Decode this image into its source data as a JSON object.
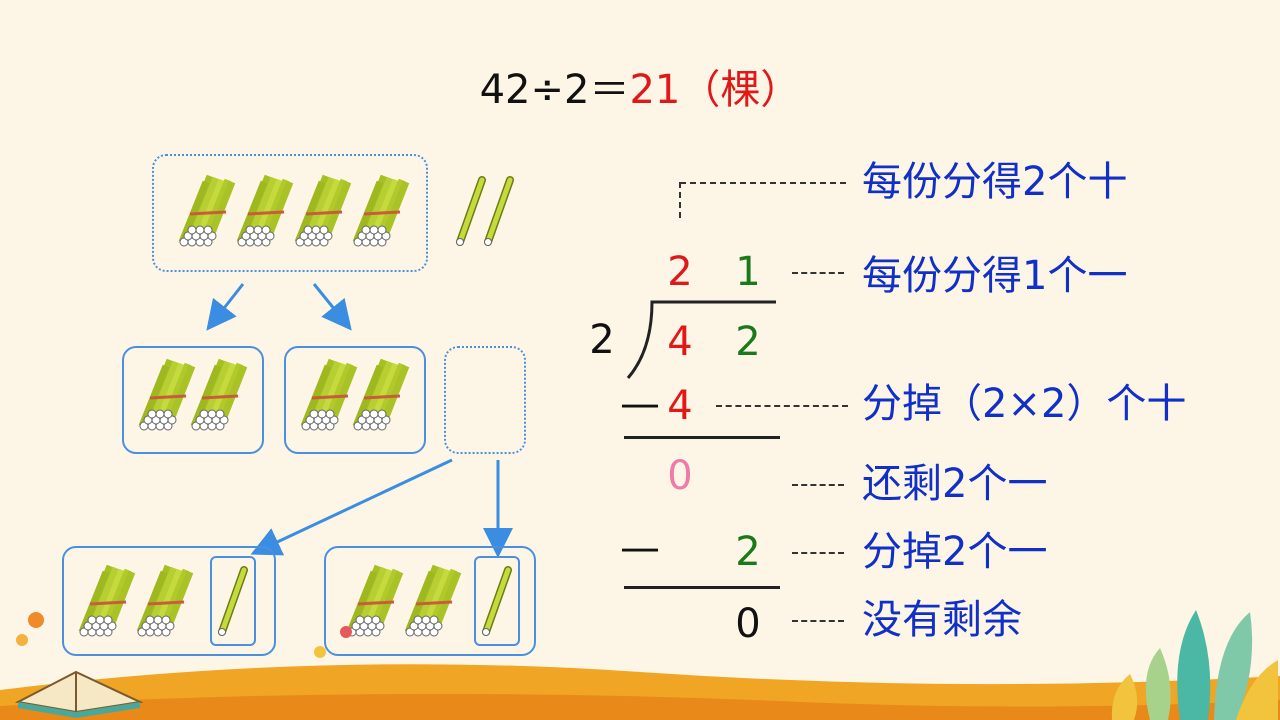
{
  "equation": {
    "expression": "42÷2＝",
    "result": "21",
    "unit": "（棵）"
  },
  "division": {
    "divisor": "2",
    "quotient_tens": "2",
    "quotient_ones": "1",
    "dividend_tens": "4",
    "dividend_ones": "2",
    "minus_sign_1": "—",
    "subtract_1": "4",
    "remainder_1": "0",
    "minus_sign_2": "—",
    "subtract_2": "2",
    "final_remainder": "0"
  },
  "annotations": {
    "tens_per_share": "每份分得2个十",
    "ones_per_share": "每份分得1个一",
    "removed_tens": "分掉（2×2）个十",
    "left_ones": "还剩2个一",
    "removed_ones": "分掉2个一",
    "no_remainder": "没有剩余"
  },
  "colors": {
    "annotation": "#1030c8",
    "tens_digit": "#e01818",
    "ones_digit": "#1a7a1a",
    "remainder": "#f07aa8",
    "group_border": "#4a90e2",
    "bundle": "#b5cc2e"
  },
  "illustration": {
    "top_bundles": 4,
    "top_loose_sticks": 2,
    "middle_groups": 2,
    "bundles_per_middle_group": 2,
    "bottom_groups": 2,
    "bundles_per_bottom_group": 2,
    "sticks_per_bottom_group": 1
  }
}
